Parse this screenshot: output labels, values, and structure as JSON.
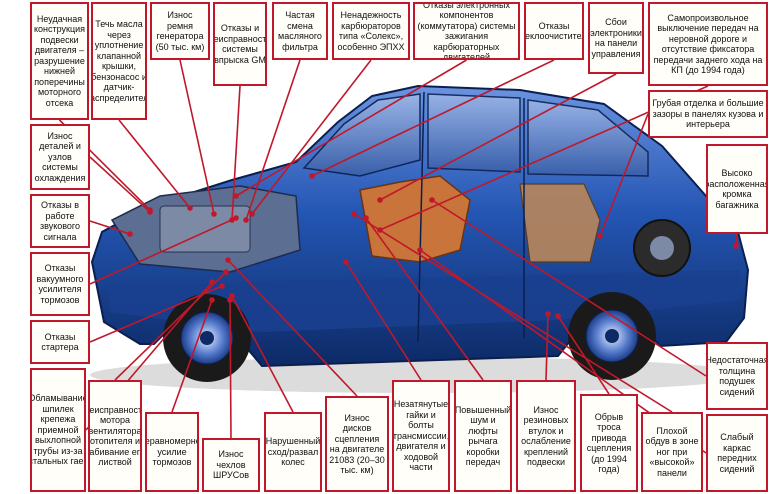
{
  "colors": {
    "car_body": "#1f4fa8",
    "car_dark": "#0e2a66",
    "car_light": "#5d86d6",
    "leader": "#c0182a",
    "interior": "#c8743a",
    "tire": "#1a1a1a"
  },
  "labels": [
    {
      "id": "l01",
      "text": "Неудачная конструкция подвески двигателя – разрушение нижней поперечины моторного отсека"
    },
    {
      "id": "l02",
      "text": "Течь масла через уплотнение клапанной крышки, бензонасос и датчик-распределитель"
    },
    {
      "id": "l03",
      "text": "Износ ремня генератора (50 тыс. км)"
    },
    {
      "id": "l04",
      "text": "Отказы и неисправности системы впрыска GM"
    },
    {
      "id": "l05",
      "text": "Частая смена масляного фильтра"
    },
    {
      "id": "l06",
      "text": "Ненадежность карбюраторов типа «Солекс», особенно ЭПХХ"
    },
    {
      "id": "l07",
      "text": "Отказы электронных компонентов (коммутатора) системы зажигания карбюраторных двигателей"
    },
    {
      "id": "l08",
      "text": "Отказы стеклоочистителя"
    },
    {
      "id": "l09",
      "text": "Сбои электроники на панели управления"
    },
    {
      "id": "l10",
      "text": "Самопроизвольное выключение передач на неровной дороге и отсутствие фиксатора передачи заднего хода на КП (до 1994 года)"
    },
    {
      "id": "l11",
      "text": "Грубая отделка и большие зазоры в панелях кузова и интерьера"
    },
    {
      "id": "l12",
      "text": "Высоко расположенная кромка багажника"
    },
    {
      "id": "l13",
      "text": "Износ деталей и узлов системы охлаждения"
    },
    {
      "id": "l14",
      "text": "Отказы в работе звукового сигнала"
    },
    {
      "id": "l15",
      "text": "Отказы вакуумного усилителя тормозов"
    },
    {
      "id": "l16",
      "text": "Отказы стартера"
    },
    {
      "id": "l17",
      "text": "Обламывание шпилек крепежа приемной выхлопной трубы из-за стальных гаек"
    },
    {
      "id": "l18",
      "text": "Неисправности мотора вентилятора отопителя и забивание его листвой"
    },
    {
      "id": "l19",
      "text": "Неравномерное усилие тормозов"
    },
    {
      "id": "l20",
      "text": "Износ чехлов ШРУСов"
    },
    {
      "id": "l21",
      "text": "Нарушенный сход/развал колес"
    },
    {
      "id": "l22",
      "text": "Износ дисков сцепления на двигателе 21083 (20–30 тыс. км)"
    },
    {
      "id": "l23",
      "text": "Незатянутые гайки и болты трансмиссии, двигателя и ходовой части"
    },
    {
      "id": "l24",
      "text": "Повышенный шум и люфты рычага коробки передач"
    },
    {
      "id": "l25",
      "text": "Износ резиновых втулок и ослабление креплений подвески"
    },
    {
      "id": "l26",
      "text": "Обрыв троса привода сцепления (до 1994 года)"
    },
    {
      "id": "l27",
      "text": "Плохой обдув в зоне ног при «высокой» панели"
    },
    {
      "id": "l28",
      "text": "Недостаточная толщина подушек сидений"
    },
    {
      "id": "l29",
      "text": "Слабый каркас передних сидений"
    }
  ]
}
